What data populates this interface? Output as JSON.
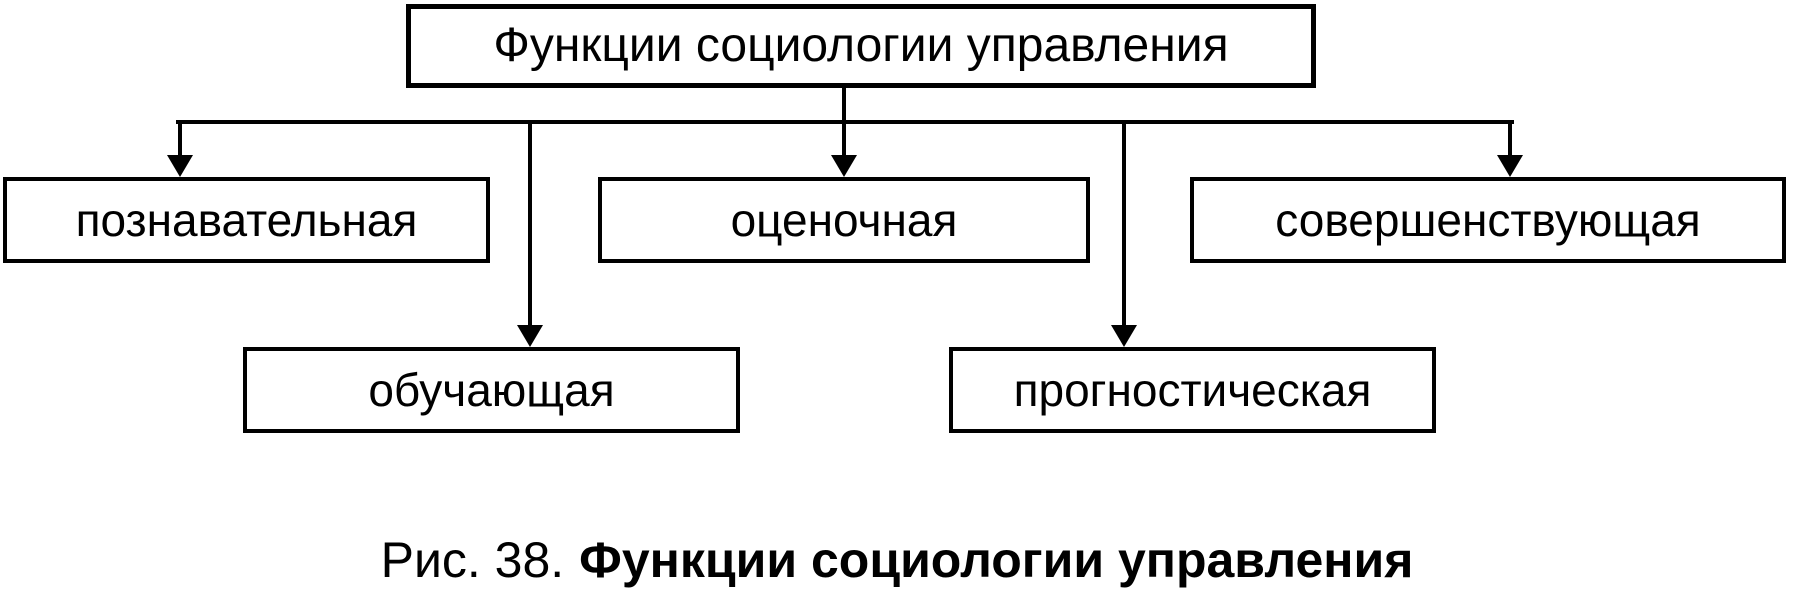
{
  "figure": {
    "root": {
      "label": "Функции социологии управления"
    },
    "level1": [
      {
        "id": "poznavatelnaya",
        "label": "познавательная"
      },
      {
        "id": "ocenochnaya",
        "label": "оценочная"
      },
      {
        "id": "sovershenstvuyushchaya",
        "label": "совершенствующая"
      }
    ],
    "level2": [
      {
        "id": "obuchayushchaya",
        "label": "обучающая"
      },
      {
        "id": "prognosticheskaya",
        "label": "прогностическая"
      }
    ],
    "caption": {
      "prefix": "Рис. 38.",
      "title": "Функции социологии управления"
    },
    "colors": {
      "line": "#000000",
      "background": "#ffffff",
      "text": "#000000"
    }
  }
}
